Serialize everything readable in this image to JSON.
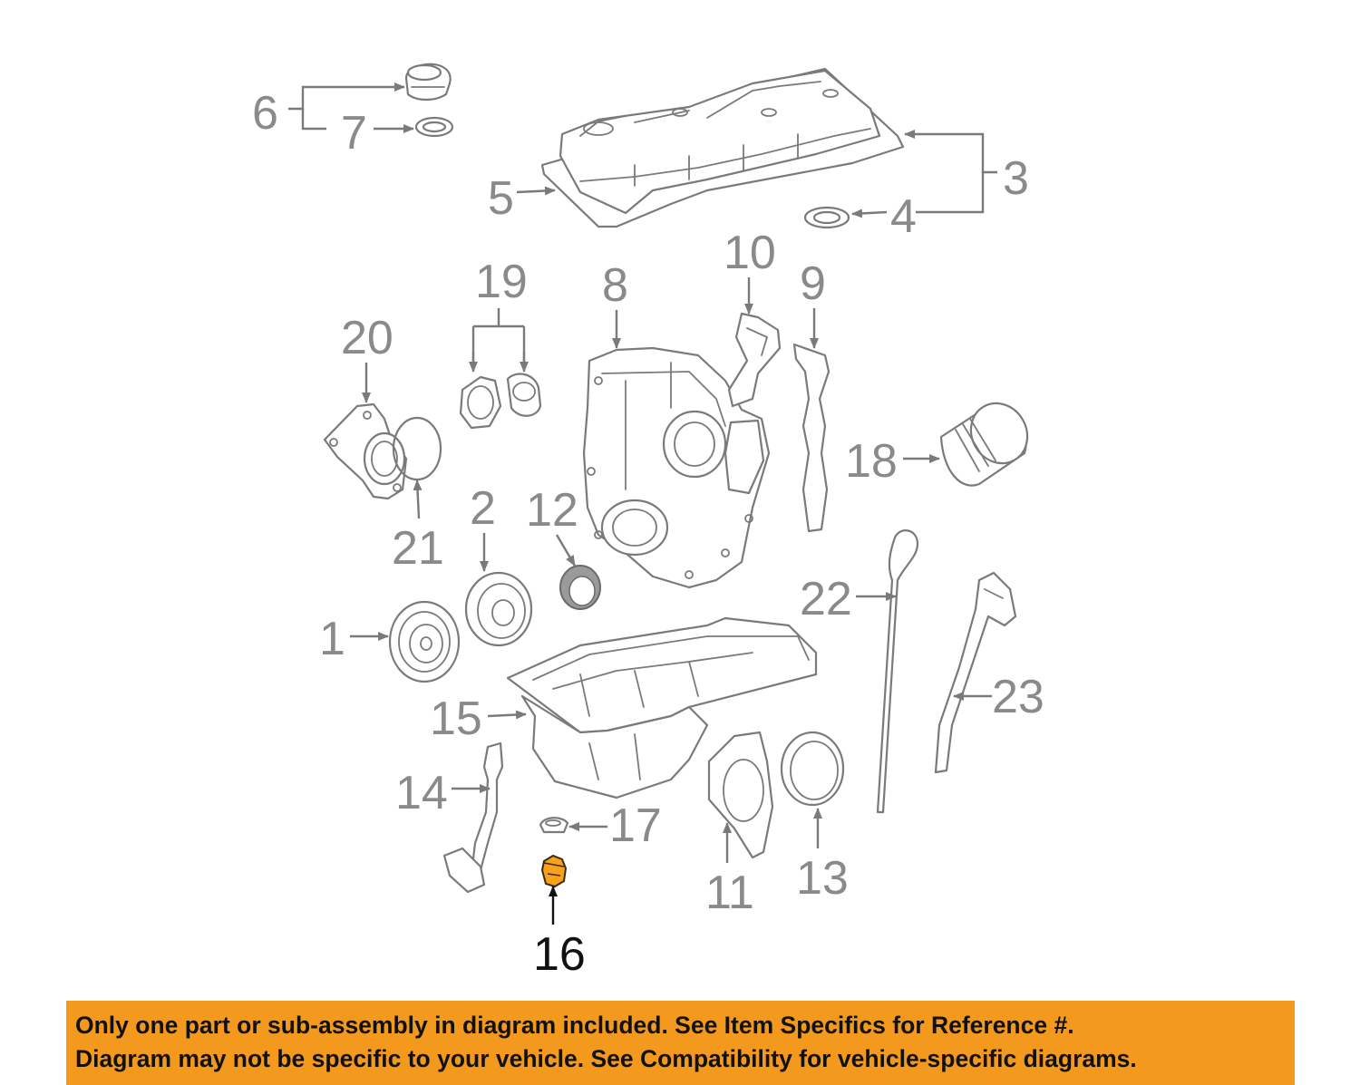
{
  "callouts": [
    "1",
    "2",
    "3",
    "4",
    "5",
    "6",
    "7",
    "8",
    "9",
    "10",
    "11",
    "12",
    "13",
    "14",
    "15",
    "16",
    "17",
    "18",
    "19",
    "20",
    "21",
    "22",
    "23"
  ],
  "highlighted_part": "16",
  "colors": {
    "highlight_part": "#f7a21b",
    "banner": "#f39a1e",
    "line_art": "#7a7a7a",
    "callout_text": "#8a8a8a",
    "highlight_text": "#111111"
  },
  "banner": {
    "line1": "Only one part or sub-assembly in diagram included. See Item Specifics for Reference #.",
    "line2": "Diagram may not be specific to your vehicle. See Compatibility for vehicle-specific diagrams."
  }
}
